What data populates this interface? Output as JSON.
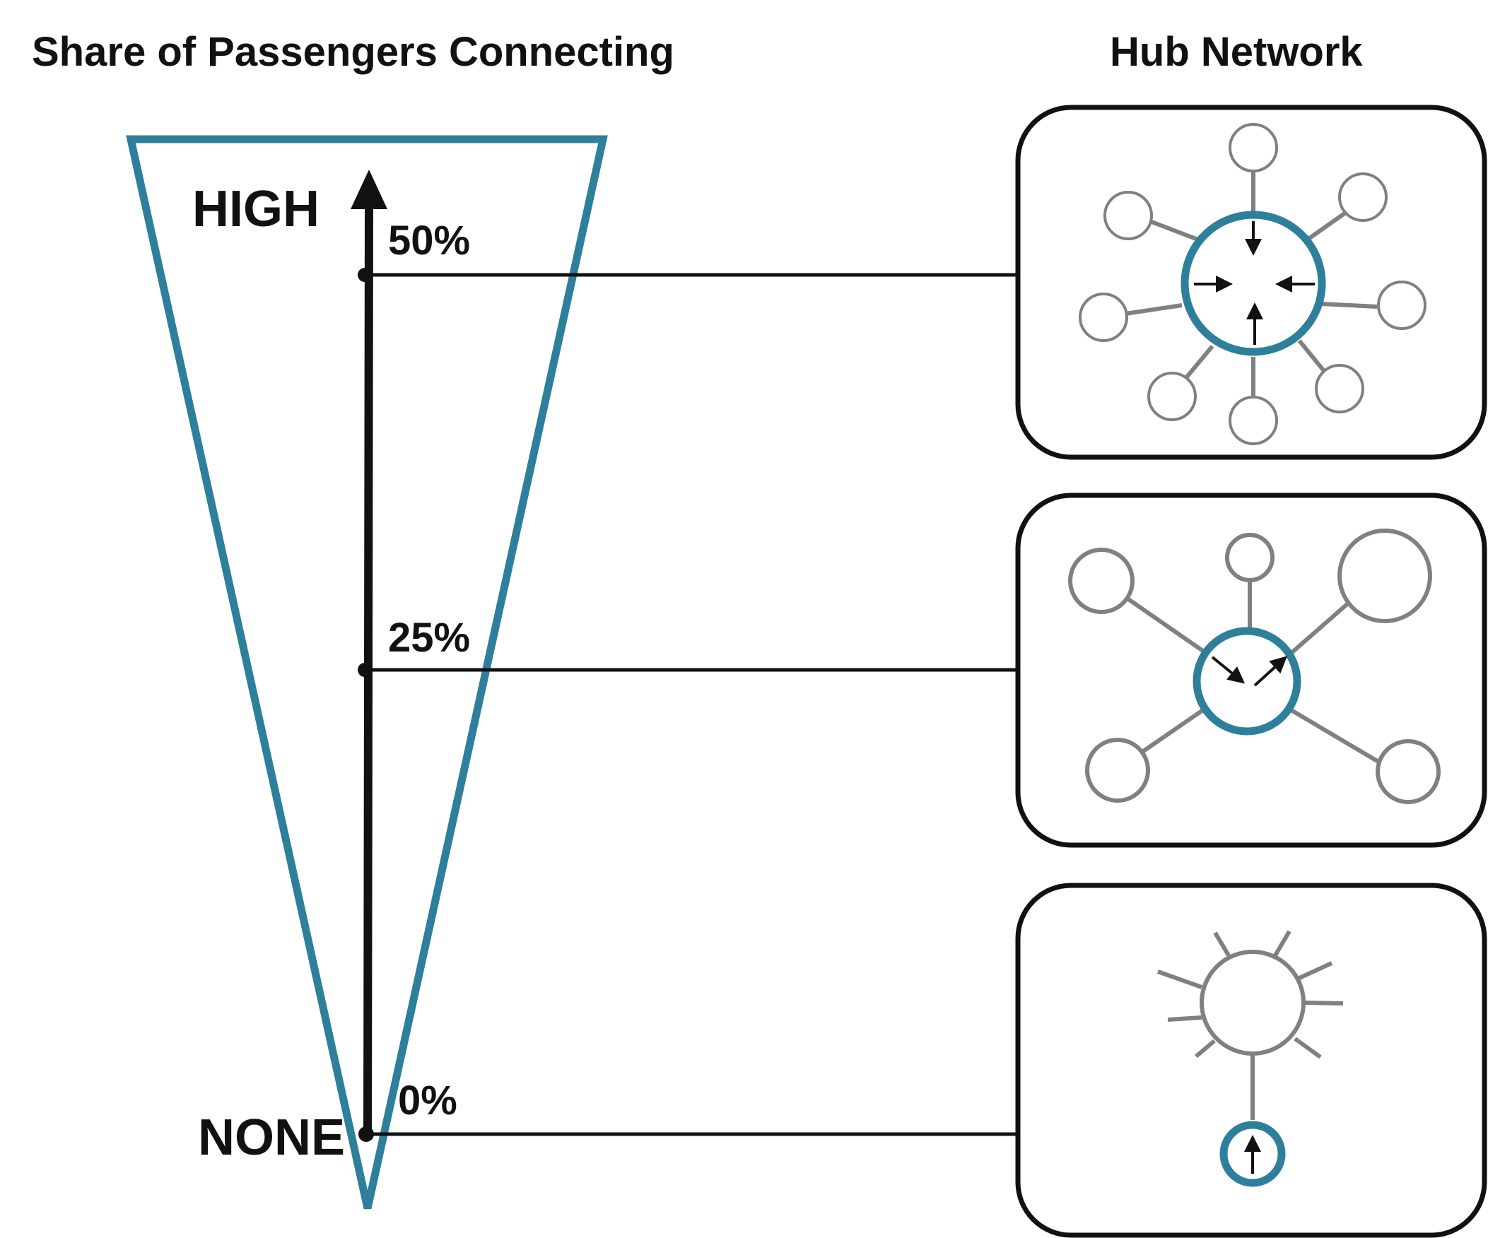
{
  "left_panel": {
    "title": "Share of Passengers Connecting",
    "high_label": "HIGH",
    "none_label": "NONE",
    "markers": [
      {
        "label": "50%",
        "share": 50
      },
      {
        "label": "25%",
        "share": 25
      },
      {
        "label": "0%",
        "share": 0
      }
    ]
  },
  "right_panel": {
    "title": "Hub Network",
    "networks": [
      {
        "share": 50,
        "spokes": 8
      },
      {
        "share": 25,
        "spokes": 5
      },
      {
        "share": 0,
        "spokes": 1
      }
    ]
  },
  "colors": {
    "hub_teal": "#2e7f9b",
    "spoke_grey": "#808080",
    "outline_black": "#111111"
  }
}
